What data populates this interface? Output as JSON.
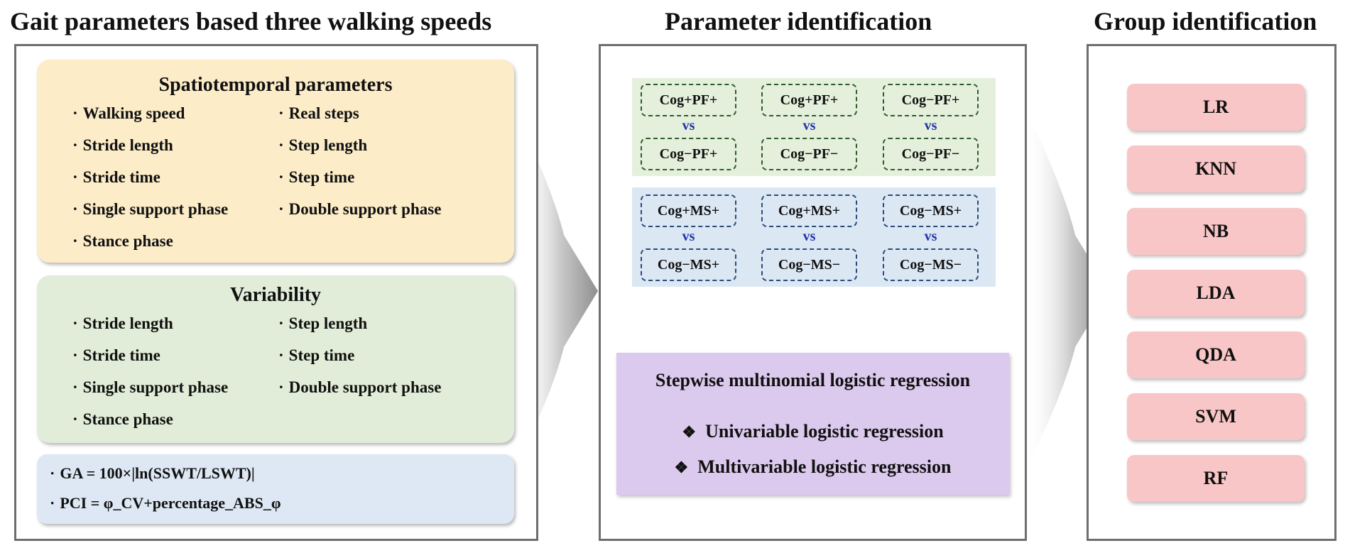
{
  "titles": {
    "left": "Gait parameters based three walking speeds",
    "middle": "Parameter identification",
    "right": "Group identification"
  },
  "spatiotemporal": {
    "title": "Spatiotemporal parameters",
    "col1": [
      "Walking speed",
      "Stride length",
      "Stride time",
      "Single support phase",
      "Stance phase"
    ],
    "col2": [
      "Real steps",
      "Step length",
      "Step time",
      "Double support phase"
    ]
  },
  "variability": {
    "title": "Variability",
    "col1": [
      "Stride length",
      "Stride time",
      "Single support phase",
      "Stance phase"
    ],
    "col2": [
      "Step length",
      "Step time",
      "Double support phase"
    ]
  },
  "formulas": [
    "GA = 100×|ln(SSWT/LSWT)|",
    "PCI = φ_CV+percentage_ABS_φ"
  ],
  "bullet": "·",
  "pf_pairs": [
    {
      "a": "Cog+PF+",
      "vs": "vs",
      "b": "Cog−PF+"
    },
    {
      "a": "Cog+PF+",
      "vs": "vs",
      "b": "Cog−PF−"
    },
    {
      "a": "Cog−PF+",
      "vs": "vs",
      "b": "Cog−PF−"
    }
  ],
  "ms_pairs": [
    {
      "a": "Cog+MS+",
      "vs": "vs",
      "b": "Cog−MS+"
    },
    {
      "a": "Cog+MS+",
      "vs": "vs",
      "b": "Cog−MS−"
    },
    {
      "a": "Cog−MS+",
      "vs": "vs",
      "b": "Cog−MS−"
    }
  ],
  "regression": {
    "title": "Stepwise multinomial logistic regression",
    "marker": "❖",
    "items": [
      "Univariable logistic regression",
      "Multivariable logistic regression"
    ]
  },
  "methods": [
    "LR",
    "KNN",
    "NB",
    "LDA",
    "QDA",
    "SVM",
    "RF"
  ],
  "colors": {
    "spatiotemporal_bg": "#fcecc8",
    "variability_bg": "#e1edd8",
    "formula_bg": "#dde8f4",
    "pf_band": "#e4f0dc",
    "ms_band": "#dce7f4",
    "purple": "#dcc9ee",
    "method_bg": "#f8c6c6",
    "panel_border": "#6e6e6e",
    "vs_text": "#2233aa"
  }
}
